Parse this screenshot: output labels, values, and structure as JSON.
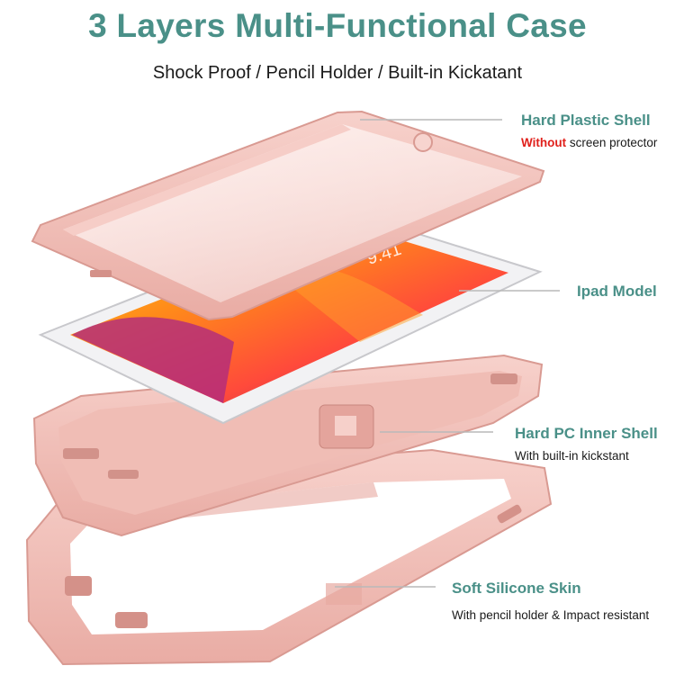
{
  "header": {
    "title": "3 Layers Multi-Functional Case",
    "subtitle": "Shock Proof / Pencil Holder / Built-in Kickatant"
  },
  "layers": {
    "hard_plastic": {
      "label": "Hard Plastic Shell",
      "desc_highlight": "Without",
      "desc_rest": " screen protector"
    },
    "ipad": {
      "label": "Ipad Model",
      "clock": "9:41"
    },
    "inner_shell": {
      "label": "Hard PC Inner Shell",
      "desc": "With built-in kickstant"
    },
    "silicone": {
      "label": "Soft Silicone Skin",
      "desc": "With pencil holder & Impact resistant"
    }
  },
  "colors": {
    "title": "#4a9088",
    "highlight": "#e0201b",
    "case_pink": "#f3c3bc",
    "leader_line": "#b9b9b9"
  }
}
